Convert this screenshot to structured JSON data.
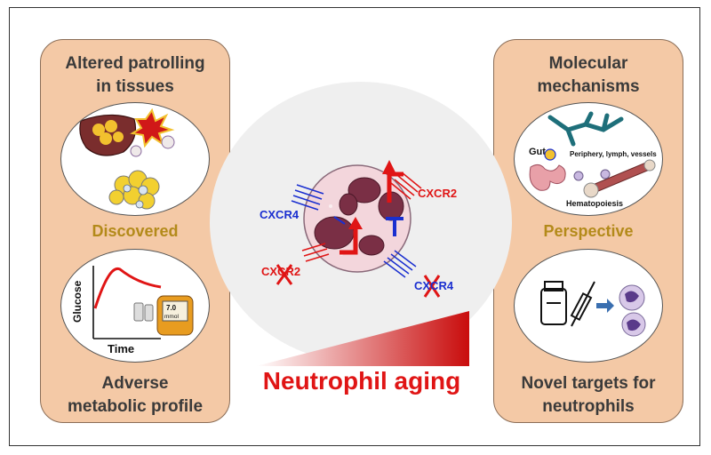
{
  "left_panel": {
    "top_label_line1": "Altered patrolling",
    "top_label_line2": "in tissues",
    "middle_label": "Discovered",
    "bottom_label_line1": "Adverse",
    "bottom_label_line2": "metabolic profile",
    "graph": {
      "y_axis": "Glucose",
      "x_axis": "Time",
      "meter_reading": "7.0",
      "meter_unit": "mmol"
    }
  },
  "right_panel": {
    "top_label_line1": "Molecular",
    "top_label_line2": "mechanisms",
    "middle_label": "Perspective",
    "bottom_label_line1": "Novel targets for",
    "bottom_label_line2": "neutrophils",
    "circle_labels": {
      "gut": "Gut",
      "periphery": "Periphery, lymph, vessels",
      "hematopoiesis": "Hematopoiesis"
    }
  },
  "center": {
    "receptors": {
      "cxcr4_left": "CXCR4",
      "cxcr2_right": "CXCR2",
      "cxcr2_bottom_left": "CXCR2",
      "cxcr4_bottom_right": "CXCR4"
    },
    "title": "Neutrophil aging"
  },
  "colors": {
    "panel_fill": "#f4c9a6",
    "accent_red": "#e01515",
    "accent_blue": "#1a2fd0",
    "label_gold": "#b38a1a"
  }
}
